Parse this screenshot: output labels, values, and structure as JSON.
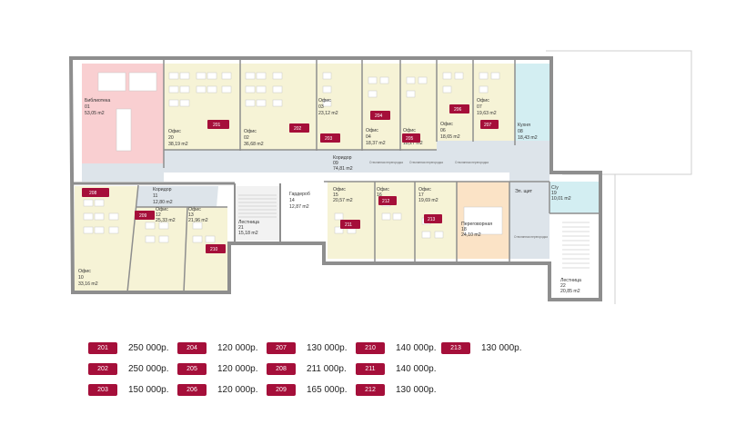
{
  "rooms": {
    "library": {
      "name": "Библиотека",
      "num": "01",
      "area": "53,05 m2"
    },
    "office02": {
      "name": "Офис",
      "num": "02",
      "area": "36,68 m2"
    },
    "office03": {
      "name": "Офис",
      "num": "03",
      "area": "23,12 m2"
    },
    "office04": {
      "name": "Офис",
      "num": "04",
      "area": "18,37 m2"
    },
    "office05": {
      "name": "Офис",
      "num": "05",
      "area": "18,27 m2"
    },
    "office06": {
      "name": "Офис",
      "num": "06",
      "area": "18,65 m2"
    },
    "office07": {
      "name": "Офис",
      "num": "07",
      "area": "19,63 m2"
    },
    "kitchen": {
      "name": "Кухня",
      "num": "08",
      "area": "18,43 m2"
    },
    "corridor09": {
      "name": "Коридор",
      "num": "09",
      "area": "74,81 m2"
    },
    "office10": {
      "name": "Офис",
      "num": "10",
      "area": "33,16 m2"
    },
    "corridor11": {
      "name": "Коридор",
      "num": "11",
      "area": "12,80 m2"
    },
    "office12": {
      "name": "Офис",
      "num": "12",
      "area": "25,33 m2"
    },
    "office13": {
      "name": "Офис",
      "num": "13",
      "area": "21,96 m2"
    },
    "wardrobe": {
      "name": "Гардероб",
      "num": "14",
      "area": "12,87 m2"
    },
    "office15": {
      "name": "Офис",
      "num": "15",
      "area": "20,57 m2"
    },
    "office16": {
      "name": "Офис",
      "num": "16",
      "area": ""
    },
    "office17": {
      "name": "Офис",
      "num": "17",
      "area": "19,69 m2"
    },
    "meeting": {
      "name": "Переговорная",
      "num": "18",
      "area": "24,10 m2"
    },
    "wc": {
      "name": "С/у",
      "num": "19",
      "area": "10,01 m2"
    },
    "office20": {
      "name": "Офис",
      "num": "20",
      "area": "38,19 m2"
    },
    "stair21": {
      "name": "Лестница",
      "num": "21",
      "area": "15,18 m2"
    },
    "stair22": {
      "name": "Лестница",
      "num": "22",
      "area": "20,85 m2"
    },
    "el_shield": {
      "name": "Эл. щит"
    },
    "glass_partitions": [
      "Стеклянная перегородка",
      "Стеклянная перегородка",
      "Стеклянная перегородка",
      "Стеклянная перегородка"
    ]
  },
  "tags": {
    "t201": "201",
    "t202": "202",
    "t203": "203",
    "t204": "204",
    "t205": "205",
    "t206": "206",
    "t207": "207",
    "t208": "208",
    "t209": "209",
    "t210": "210",
    "t211": "211",
    "t212": "212",
    "t213": "213"
  },
  "legend": [
    {
      "tag": "201",
      "price": "250 000р."
    },
    {
      "tag": "202",
      "price": "250 000р."
    },
    {
      "tag": "203",
      "price": "150 000р."
    },
    {
      "tag": "204",
      "price": "120 000р."
    },
    {
      "tag": "205",
      "price": "120 000р."
    },
    {
      "tag": "206",
      "price": "120 000р."
    },
    {
      "tag": "207",
      "price": "130 000р."
    },
    {
      "tag": "208",
      "price": "211 000р."
    },
    {
      "tag": "209",
      "price": "165 000р."
    },
    {
      "tag": "210",
      "price": "140 000р."
    },
    {
      "tag": "211",
      "price": "140 000р."
    },
    {
      "tag": "212",
      "price": "130 000р."
    },
    {
      "tag": "213",
      "price": "130 000р."
    }
  ],
  "colors": {
    "office": "#f6f3d6",
    "library": "#f9cfd1",
    "kitchen": "#d3eef2",
    "meeting": "#fbe3c6",
    "corridor": "#dde4ea",
    "wall": "#8e8e8e",
    "tag": "#a50f3a"
  }
}
